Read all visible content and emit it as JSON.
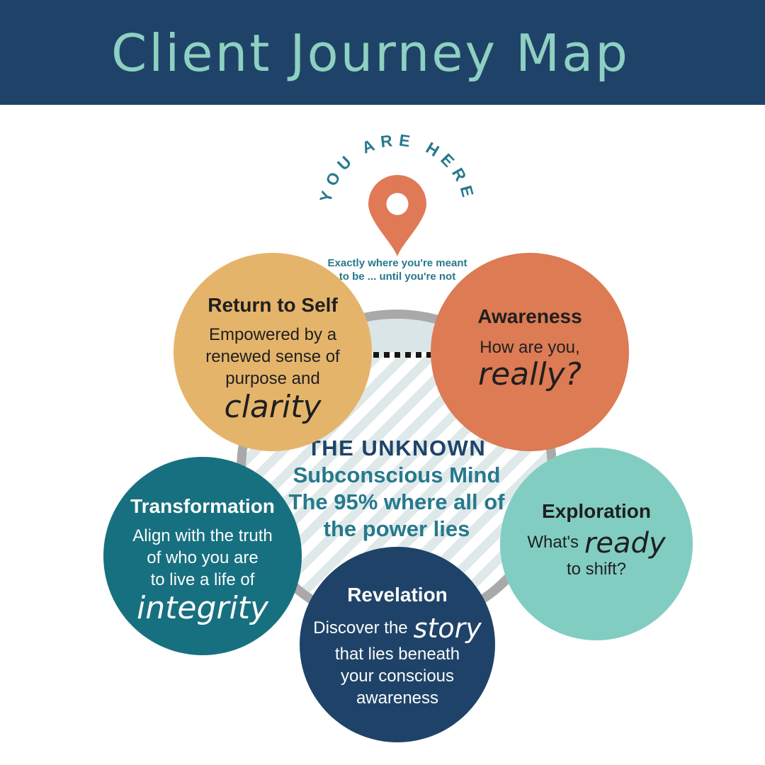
{
  "header": {
    "title": "Client Journey Map",
    "bg_color": "#1f4368",
    "title_color": "#8ed0c1"
  },
  "you_are_here": {
    "arc_label": "YOU ARE HERE",
    "caption_line1": "Exactly where you're meant",
    "caption_line2": "to be ... until you're not",
    "pin_color": "#e07a56",
    "text_color": "#26798d"
  },
  "center": {
    "title": "THE UNKNOWN",
    "line1": "Subconscious Mind",
    "line2": "The 95% where all of",
    "line3": "the power lies",
    "title_color": "#1f4368",
    "body_color": "#26798d",
    "ring_color": "#a9a9a9",
    "stripe_color": "#dfe9ea",
    "cap_color": "#d9e5e7",
    "surface_line_color": "#151515"
  },
  "stages": [
    {
      "id": "return-to-self",
      "title": "Return to Self",
      "body_lines": [
        "Empowered by a",
        "renewed sense of",
        "purpose and"
      ],
      "accent_word": "clarity",
      "bg_color": "#e5b46b",
      "text_color": "#1f1f1f"
    },
    {
      "id": "awareness",
      "title": "Awareness",
      "body_lines": [
        "How are you,"
      ],
      "accent_word": "really?",
      "bg_color": "#dc7b54",
      "text_color": "#1f1f1f"
    },
    {
      "id": "transformation",
      "title": "Transformation",
      "body_lines": [
        "Align with the truth",
        "of who you are",
        "to live a life of"
      ],
      "accent_word": "integrity",
      "bg_color": "#17707f",
      "text_color": "#fbfcfc"
    },
    {
      "id": "exploration",
      "title": "Exploration",
      "line_pre": "What's",
      "accent_word": "ready",
      "line_post": "to shift?",
      "bg_color": "#82cdc2",
      "text_color": "#1f1f1f"
    },
    {
      "id": "revelation",
      "title": "Revelation",
      "line_pre": "Discover the",
      "accent_word": "story",
      "body_lines": [
        "that lies beneath",
        "your conscious",
        "awareness"
      ],
      "bg_color": "#1f4368",
      "text_color": "#fbfcfc"
    }
  ]
}
